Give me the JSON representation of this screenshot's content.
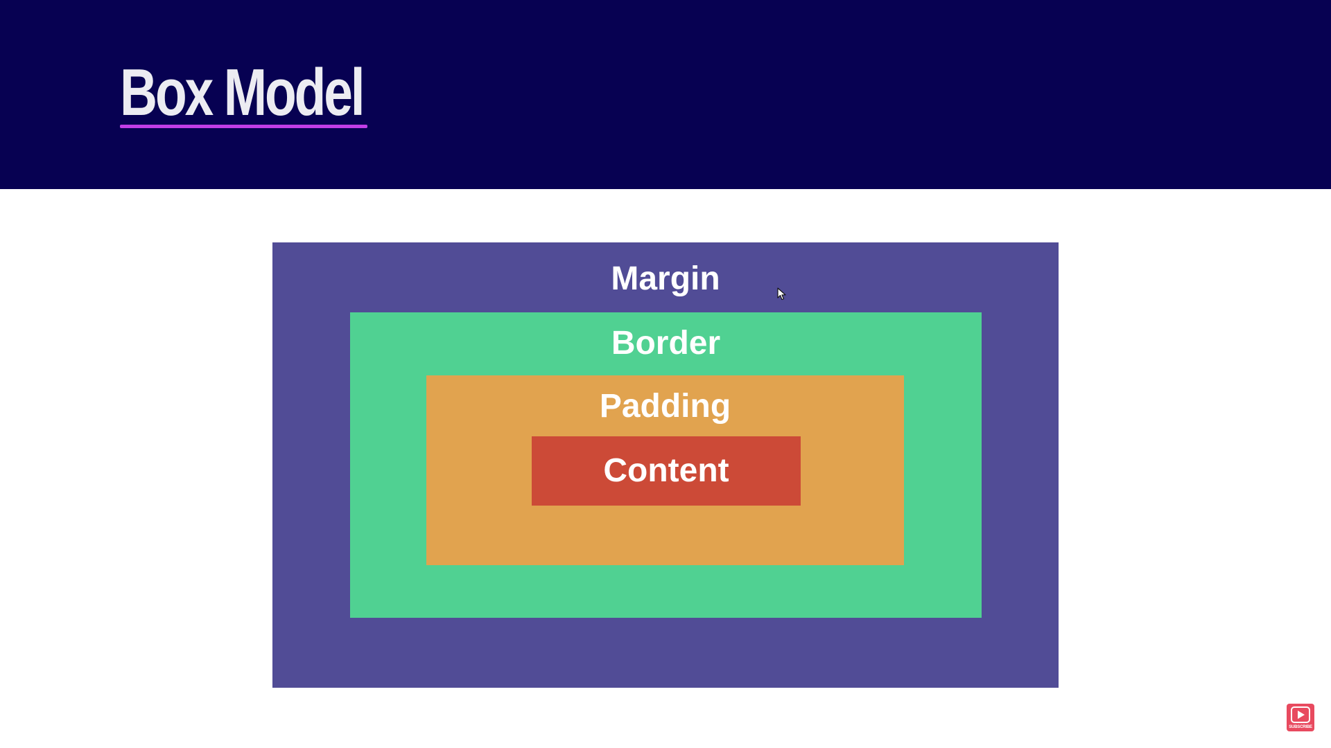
{
  "header": {
    "title": "Box Model"
  },
  "diagram": {
    "layers": [
      {
        "label": "Margin",
        "color": "#514c96"
      },
      {
        "label": "Border",
        "color": "#50d192"
      },
      {
        "label": "Padding",
        "color": "#e1a34f"
      },
      {
        "label": "Content",
        "color": "#cc4a37"
      }
    ]
  },
  "badge": {
    "icon": "play-icon",
    "text": "SUBSCRIBE"
  },
  "colors": {
    "header_bg": "#070152",
    "title_underline": "#c13ee6",
    "page_bg": "#ffffff"
  }
}
